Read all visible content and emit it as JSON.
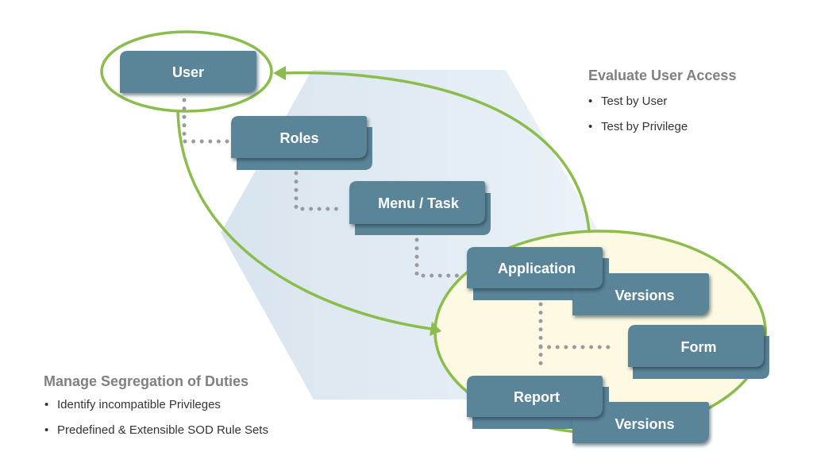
{
  "nodes": {
    "user": "User",
    "roles": "Roles",
    "menu_task": "Menu / Task",
    "application": "Application",
    "application_versions": "Versions",
    "form": "Form",
    "report": "Report",
    "report_versions": "Versions"
  },
  "evaluate_access": {
    "title": "Evaluate User Access",
    "items": [
      "Test by User",
      "Test by Privilege"
    ]
  },
  "segregation": {
    "title": "Manage Segregation of Duties",
    "items": [
      "Identify incompatible Privileges",
      "Predefined & Extensible SOD Rule Sets"
    ]
  },
  "colors": {
    "box": "#5a8599",
    "accent_green": "#8bbd4d",
    "scope_fill": "#fdf9e2",
    "dots": "#9b9b9f",
    "heading": "#808080",
    "body_text": "#333333"
  }
}
